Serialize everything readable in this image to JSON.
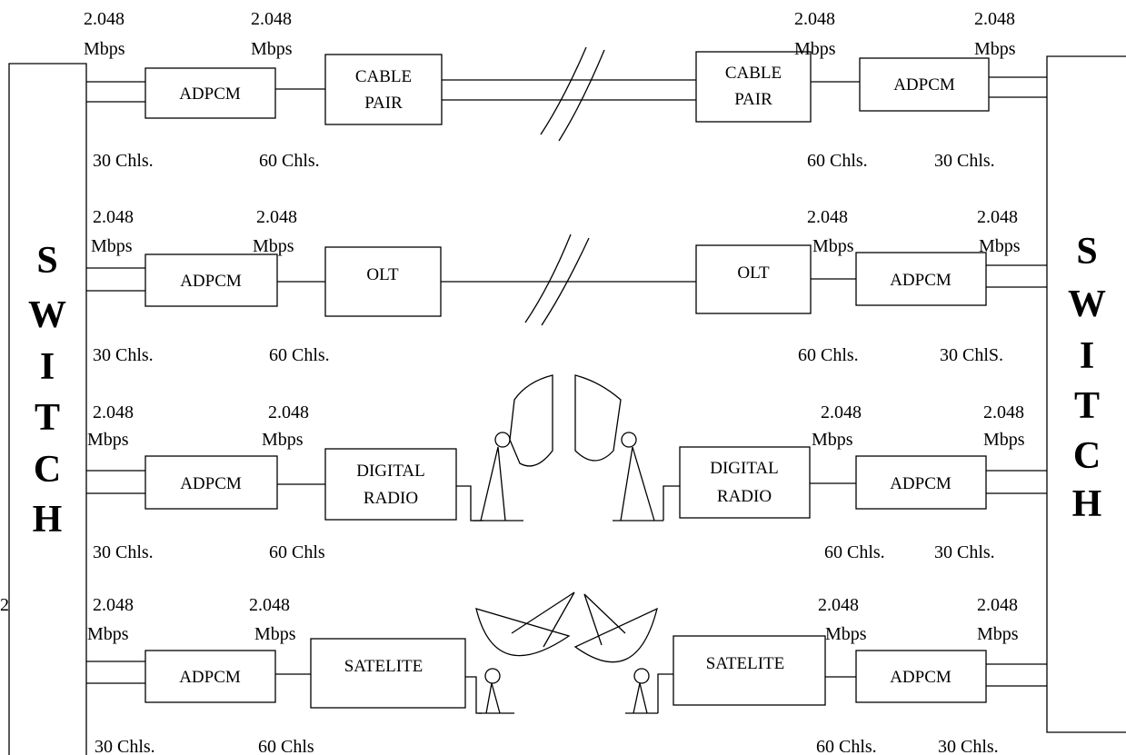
{
  "switches": {
    "left_letters": [
      "S",
      "W",
      "I",
      "T",
      "C",
      "H"
    ],
    "right_letters": [
      "S",
      "W",
      "I",
      "T",
      "C",
      "H"
    ]
  },
  "stray_label": "2",
  "rows": [
    {
      "id": "cable",
      "left": {
        "rate1_value": "2.048",
        "rate1_unit": "Mbps",
        "rate2_value": "2.048",
        "rate2_unit": "Mbps",
        "codec": "ADPCM",
        "medium_line1": "CABLE",
        "medium_line2": "PAIR",
        "chls1": "30 Chls.",
        "chls2": "60 Chls."
      },
      "right": {
        "rate1_value": "2.048",
        "rate1_unit": "Mbps",
        "rate2_value": "2.048",
        "rate2_unit": "Mbps",
        "codec": "ADPCM",
        "medium_line1": "CABLE",
        "medium_line2": "PAIR",
        "chls1": "60 Chls.",
        "chls2": "30 Chls."
      }
    },
    {
      "id": "olt",
      "left": {
        "rate1_value": "2.048",
        "rate1_unit": "Mbps",
        "rate2_value": "2.048",
        "rate2_unit": "Mbps",
        "codec": "ADPCM",
        "medium_line1": "OLT",
        "medium_line2": "",
        "chls1": "30 Chls.",
        "chls2": "60 Chls."
      },
      "right": {
        "rate1_value": "2.048",
        "rate1_unit": "Mbps",
        "rate2_value": "2.048",
        "rate2_unit": "Mbps",
        "codec": "ADPCM",
        "medium_line1": "OLT",
        "medium_line2": "",
        "chls1": "60 Chls.",
        "chls2": "30 ChlS."
      }
    },
    {
      "id": "radio",
      "left": {
        "rate1_value": "2.048",
        "rate1_unit": "Mbps",
        "rate2_value": "2.048",
        "rate2_unit": "Mbps",
        "codec": "ADPCM",
        "medium_line1": "DIGITAL",
        "medium_line2": "RADIO",
        "chls1": "30 Chls.",
        "chls2": "60 Chls"
      },
      "right": {
        "rate1_value": "2.048",
        "rate1_unit": "Mbps",
        "rate2_value": "2.048",
        "rate2_unit": "Mbps",
        "codec": "ADPCM",
        "medium_line1": "DIGITAL",
        "medium_line2": "RADIO",
        "chls1": "60 Chls.",
        "chls2": "30 Chls."
      }
    },
    {
      "id": "satellite",
      "left": {
        "rate1_value": "2.048",
        "rate1_unit": "Mbps",
        "rate2_value": "2.048",
        "rate2_unit": "Mbps",
        "codec": "ADPCM",
        "medium_line1": "SATELITE",
        "medium_line2": "",
        "chls1": "30 Chls.",
        "chls2": "60 Chls"
      },
      "right": {
        "rate1_value": "2.048",
        "rate1_unit": "Mbps",
        "rate2_value": "2.048",
        "rate2_unit": "Mbps",
        "codec": "ADPCM",
        "medium_line1": "SATELITE",
        "medium_line2": "",
        "chls1": "60 Chls.",
        "chls2": "30 Chls."
      }
    }
  ]
}
